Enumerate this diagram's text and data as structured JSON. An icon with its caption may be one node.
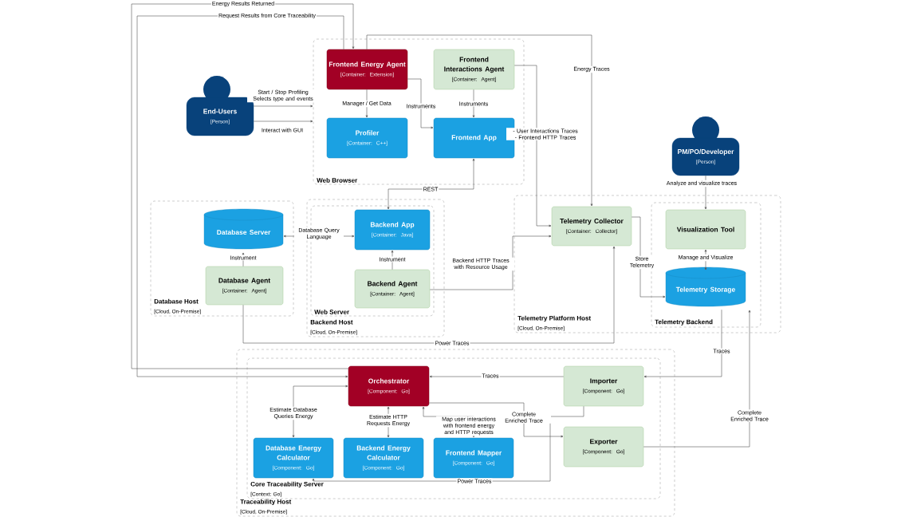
{
  "diagram": {
    "nodes": [
      {
        "text": [
          "Web Browser"
        ]
      },
      {
        "text": [
          "Frontend Energy Agent",
          "[Container: Extension]"
        ],
        "in": 0
      },
      {
        "text": [
          "Frontend Interactions Agent",
          "[Container: Agent]"
        ],
        "in": 0
      },
      {
        "text": [
          "Profiler",
          "[Container: C++]"
        ],
        "in": 0
      },
      {
        "text": [
          "Frontend App"
        ],
        "in": 0
      },
      {
        "text": [
          "End-Users",
          "[Person]"
        ]
      },
      {
        "text": [
          "PM/PO/Developer",
          "[Person]"
        ]
      },
      {
        "text": [
          "Database Host",
          "[Cloud, On-Premise]"
        ]
      },
      {
        "text": [
          "Database Server"
        ],
        "in": 7
      },
      {
        "text": [
          "Database Agent",
          "[Container: Agent]"
        ],
        "in": 7
      },
      {
        "text": [
          "Backend Host",
          "[Cloud, On-Premise]"
        ]
      },
      {
        "text": [
          "Web Server"
        ],
        "in": 10
      },
      {
        "text": [
          "Backend App",
          "[Container: Java]"
        ],
        "in": 11
      },
      {
        "text": [
          "Backend Agent",
          "[Container: Agent]"
        ],
        "in": 11
      },
      {
        "text": [
          "Telemetry Platform Host",
          "[Cloud, On-Premise]"
        ]
      },
      {
        "text": [
          "Telemetry Collector",
          "[Container: Collector]"
        ],
        "in": 14
      },
      {
        "text": [
          "Telemetry Backend"
        ],
        "in": 14
      },
      {
        "text": [
          "Visualization Tool"
        ],
        "in": 16
      },
      {
        "text": [
          "Telemetry Storage"
        ],
        "in": 16
      },
      {
        "text": [
          "Traceability Host",
          "[Cloud, On-Premise]"
        ]
      },
      {
        "text": [
          "Core Traceability Server",
          "[Context: Go]"
        ],
        "in": 19
      },
      {
        "text": [
          "Orchestrator",
          "[Component: Go]"
        ],
        "in": 20
      },
      {
        "text": [
          "Importer",
          "[Component: Go]"
        ],
        "in": 20
      },
      {
        "text": [
          "Database Energy Calculator",
          "[Component: Go]"
        ],
        "in": 20
      },
      {
        "text": [
          "Backend Energy Calculator",
          "[Component: Go]"
        ],
        "in": 20
      },
      {
        "text": [
          "Frontend Mapper",
          "[Component: Go]"
        ],
        "in": 20
      },
      {
        "text": [
          "Exporter",
          "[Component: Go]"
        ],
        "in": 20
      }
    ],
    "edges": [
      {
        "from": 21,
        "to": 1,
        "arrow": "to",
        "label": "Energy Results Returned"
      },
      {
        "from": 1,
        "to": 21,
        "arrow": "to",
        "label": "Request Results from Core Traceability"
      },
      {
        "from": 5,
        "to": 0,
        "arrow": "to",
        "label": "Start / Stop Profiling Selects type and events"
      },
      {
        "from": 5,
        "to": 0,
        "arrow": "to",
        "label": "Interact with GUI"
      },
      {
        "from": 1,
        "to": 3,
        "arrow": "to",
        "label": "Manager / Get Data"
      },
      {
        "from": 1,
        "to": 4,
        "arrow": "to",
        "label": "Instruments"
      },
      {
        "from": 2,
        "to": 4,
        "arrow": "to",
        "label": "Instruments"
      },
      {
        "from": 1,
        "to": 15,
        "arrow": "to",
        "label": "Energy Traces"
      },
      {
        "from": 2,
        "to": 15,
        "arrow": "to",
        "label": "- User Interactions Traces - Frontend HTTP Traces"
      },
      {
        "from": 12,
        "to": 4,
        "arrow": "both",
        "label": "REST"
      },
      {
        "from": 12,
        "to": 8,
        "arrow": "both",
        "label": "Database Query Language"
      },
      {
        "from": 9,
        "to": 8,
        "arrow": "to",
        "label": "Instrument"
      },
      {
        "from": 13,
        "to": 12,
        "arrow": "to",
        "label": "Instrument"
      },
      {
        "from": 13,
        "to": 15,
        "arrow": "to",
        "label": "Backend HTTP Traces with Resource Usage"
      },
      {
        "from": 9,
        "to": 15,
        "arrow": "to",
        "label": "Power Traces"
      },
      {
        "from": 15,
        "to": 18,
        "arrow": "to",
        "label": "Store Telemetry"
      },
      {
        "from": 6,
        "to": 17,
        "arrow": "to",
        "label": "Analyze and visualize traces"
      },
      {
        "from": 18,
        "to": 17,
        "arrow": "both",
        "label": "Manage and Visualize"
      },
      {
        "from": 18,
        "to": 22,
        "arrow": "to",
        "label": "Traces"
      },
      {
        "from": 26,
        "to": 18,
        "arrow": "to",
        "label": "Complete Enriched Trace"
      },
      {
        "from": 22,
        "to": 21,
        "arrow": "to",
        "label": "Traces"
      },
      {
        "from": 21,
        "to": 23,
        "arrow": "both",
        "label": "Estimate Database Queries Energy"
      },
      {
        "from": 21,
        "to": 24,
        "arrow": "both",
        "label": "Estimate HTTP Requests Energy"
      },
      {
        "from": 21,
        "to": 25,
        "arrow": "both",
        "label": "Map user interactions with frontend energy and HTTP requests"
      },
      {
        "from": 21,
        "to": 26,
        "arrow": "to",
        "label": "Complete Enriched Trace"
      },
      {
        "from": 22,
        "to": 23,
        "arrow": "to",
        "label": "Power Traces"
      }
    ]
  }
}
